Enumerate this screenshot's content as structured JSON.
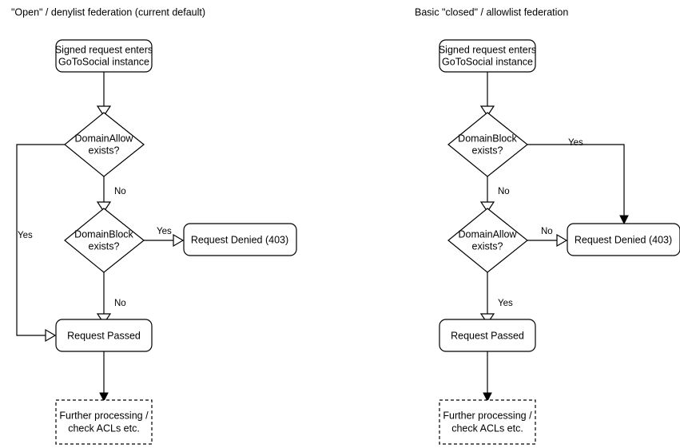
{
  "diagram": {
    "type": "flowchart",
    "background_color": "#ffffff",
    "stroke_color": "#000000",
    "text_color": "#000000",
    "panels": [
      {
        "id": "open-denylist",
        "title": "\"Open\" / denylist federation (current default)",
        "nodes": {
          "start": {
            "label_line1": "Signed request enters",
            "label_line2": "GoToSocial instance",
            "shape": "rounded-rect"
          },
          "decision1": {
            "label_line1": "DomainAllow",
            "label_line2": "exists?",
            "shape": "diamond"
          },
          "decision2": {
            "label_line1": "DomainBlock",
            "label_line2": "exists?",
            "shape": "diamond"
          },
          "denied": {
            "label": "Request Denied (403)",
            "shape": "rounded-rect"
          },
          "passed": {
            "label": "Request Passed",
            "shape": "rounded-rect"
          },
          "further": {
            "label_line1": "Further processing /",
            "label_line2": "check ACLs etc.",
            "shape": "dashed-rect"
          }
        },
        "edge_labels": {
          "allow_yes": "Yes",
          "allow_no": "No",
          "block_yes": "Yes",
          "block_no": "No"
        }
      },
      {
        "id": "closed-allowlist",
        "title": "Basic \"closed\" / allowlist federation",
        "nodes": {
          "start": {
            "label_line1": "Signed request enters",
            "label_line2": "GoToSocial instance",
            "shape": "rounded-rect"
          },
          "decision1": {
            "label_line1": "DomainBlock",
            "label_line2": "exists?",
            "shape": "diamond"
          },
          "decision2": {
            "label_line1": "DomainAllow",
            "label_line2": "exists?",
            "shape": "diamond"
          },
          "denied": {
            "label": "Request Denied (403)",
            "shape": "rounded-rect"
          },
          "passed": {
            "label": "Request Passed",
            "shape": "rounded-rect"
          },
          "further": {
            "label_line1": "Further processing /",
            "label_line2": "check ACLs etc.",
            "shape": "dashed-rect"
          }
        },
        "edge_labels": {
          "block_yes": "Yes",
          "block_no": "No",
          "allow_no": "No",
          "allow_yes": "Yes"
        }
      }
    ]
  }
}
